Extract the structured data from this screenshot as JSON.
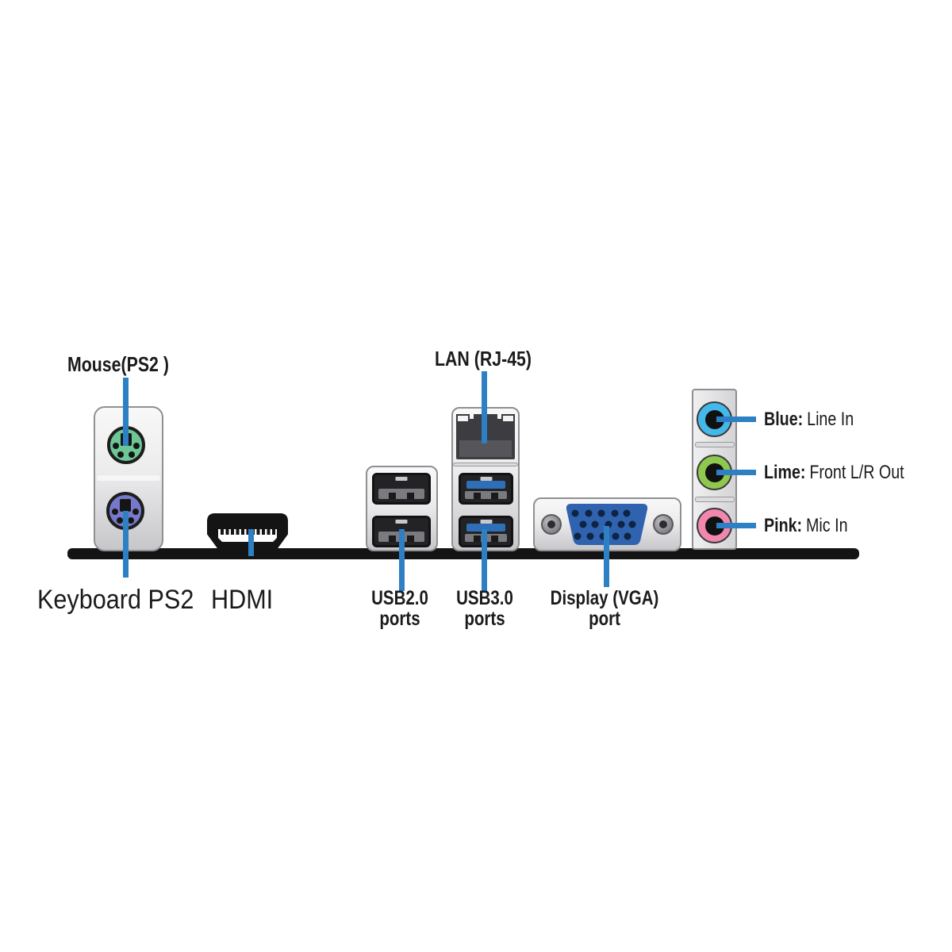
{
  "diagram_title": "motherboard-rear-io-panel",
  "bar_color": "#141414",
  "leader_color": "#2e80c4",
  "labels": {
    "mouse": "Mouse(PS2 )",
    "keyboard": "Keyboard PS2",
    "hdmi": "HDMI",
    "lan": "LAN (RJ-45)",
    "usb2": {
      "line1": "USB2.0",
      "line2": "ports"
    },
    "usb3": {
      "line1": "USB3.0",
      "line2": "ports"
    },
    "vga": {
      "line1": "Display (VGA)",
      "line2": "port"
    }
  },
  "audio_jacks": [
    {
      "prefix": "Blue:",
      "label": "Line In",
      "color": "#44b8ea"
    },
    {
      "prefix": "Lime:",
      "label": "Front L/R Out",
      "color": "#8fc84e"
    },
    {
      "prefix": "Pink:",
      "label": "Mic In",
      "color": "#f287ad"
    }
  ],
  "port_colors": {
    "ps2_mouse": "#6cc795",
    "ps2_keyboard": "#7679c9",
    "usb3_tongue": "#2e6fb7",
    "vga_connector": "#2f63b0"
  }
}
